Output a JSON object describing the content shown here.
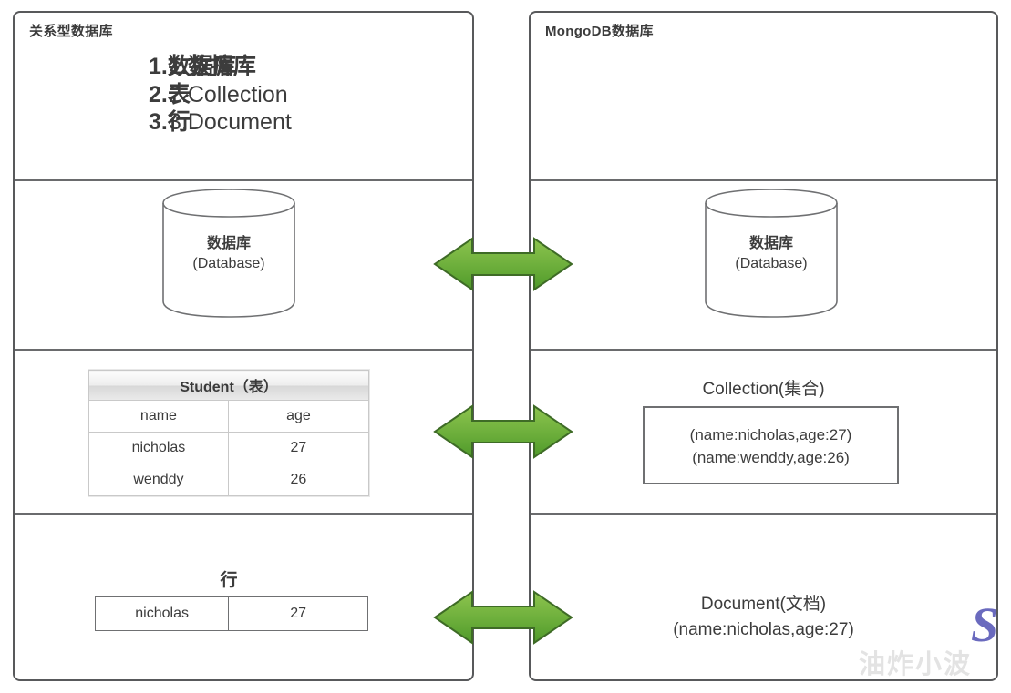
{
  "diagram": {
    "title_left": "关系型数据库",
    "title_right": "MongoDB数据库",
    "left_panel": {
      "concept_list": [
        "1.数据库",
        "2.表",
        "3.行"
      ],
      "database": {
        "label_cn": "数据库",
        "label_en": "(Database)"
      },
      "table": {
        "caption": "Student（表）",
        "columns": [
          "name",
          "age"
        ],
        "rows": [
          [
            "nicholas",
            "27"
          ],
          [
            "wenddy",
            "26"
          ]
        ]
      },
      "row": {
        "label": "行",
        "cells": [
          "nicholas",
          "27"
        ]
      }
    },
    "right_panel": {
      "concept_list": [
        "1.数据库",
        "2.Collection",
        "3.Document"
      ],
      "database": {
        "label_cn": "数据库",
        "label_en": "(Database)"
      },
      "collection": {
        "title": "Collection(集合)",
        "documents": [
          "(name:nicholas,age:27)",
          "(name:wenddy,age:26)"
        ]
      },
      "document": {
        "title": "Document(文档)",
        "body": "(name:nicholas,age:27)"
      }
    },
    "connectors": [
      {
        "name": "database-mapping",
        "icon": "double-arrow-icon"
      },
      {
        "name": "table-collection-mapping",
        "icon": "double-arrow-icon"
      },
      {
        "name": "row-document-mapping",
        "icon": "double-arrow-icon"
      }
    ],
    "watermark": {
      "text": "油炸小波",
      "logo": "S"
    },
    "colors": {
      "arrow_light": "#8dc44e",
      "arrow_dark": "#4f9a2a",
      "arrow_border": "#3e6b26",
      "panel_border": "#58595b",
      "text": "#3c3c3c",
      "watermark": "#e3e3e3",
      "logo": "#4a4ab0"
    }
  }
}
